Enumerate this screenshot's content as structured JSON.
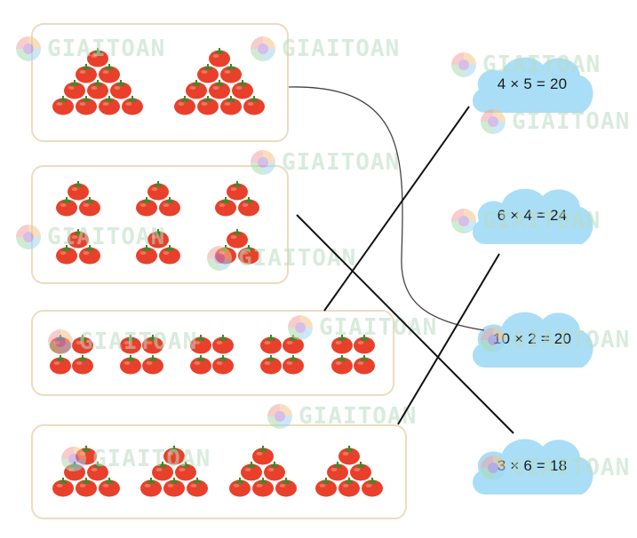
{
  "expressions": [
    {
      "id": "c1",
      "text": "4 × 5 = 20"
    },
    {
      "id": "c2",
      "text": "6 × 4 = 24"
    },
    {
      "id": "c3",
      "text": "10 × 2 = 20"
    },
    {
      "id": "c4",
      "text": "3 × 6 = 18"
    }
  ],
  "groups": [
    {
      "id": "box1",
      "groups": 2,
      "per_group": 10,
      "arrangement": "pyramid"
    },
    {
      "id": "box2",
      "groups": 6,
      "per_group": 3,
      "arrangement": "triangle"
    },
    {
      "id": "box3",
      "groups": 5,
      "per_group": 4,
      "arrangement": "square"
    },
    {
      "id": "box4",
      "groups": 4,
      "per_group": 6,
      "arrangement": "pyramid"
    }
  ],
  "matches": [
    {
      "from": "box1",
      "to": "c3"
    },
    {
      "from": "box2",
      "to": "c4"
    },
    {
      "from": "box3",
      "to": "c1"
    },
    {
      "from": "box4",
      "to": "c2"
    }
  ],
  "watermark": {
    "text": "GIAITOAN",
    "color": "#b9dcc2"
  },
  "colors": {
    "box_border": "#ecdcbf",
    "cloud": "#a9def6",
    "tomato": "#e8402b",
    "leaf": "#3b8a2a",
    "line": "#111111"
  }
}
